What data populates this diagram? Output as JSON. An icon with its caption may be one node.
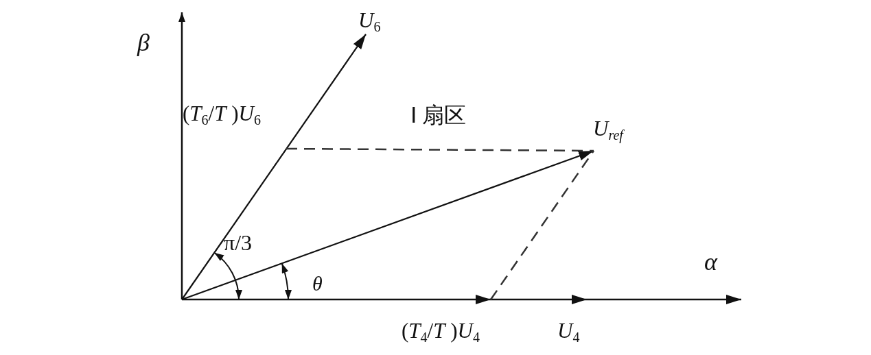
{
  "diagram": {
    "nodes": [
      {
        "text": [
          "*U*$_{6}$"
        ]
      },
      {
        "text": [
          "(*T*$_{6}$/*T* )*U*$_{6}$"
        ]
      },
      {
        "text": [
          "*U*$_{ref}$"
        ]
      },
      {
        "text": [
          "(*T*$_{4}$/*T* )*U*$_{4}$"
        ]
      },
      {
        "text": [
          "*U*$_{4}$"
        ]
      }
    ],
    "edges": [
      {
        "from": null,
        "to": 0,
        "arrow": "to"
      },
      {
        "from": null,
        "to": 2,
        "arrow": "to"
      },
      {
        "from": null,
        "to": 3,
        "arrow": "to"
      },
      {
        "from": null,
        "to": 4,
        "arrow": "to"
      },
      {
        "from": 1,
        "to": 2,
        "arrow": "none",
        "style": "dashed"
      },
      {
        "from": 3,
        "to": 2,
        "arrow": "none",
        "style": "dashed"
      }
    ],
    "labels": [
      "β",
      "α",
      "Ⅰ 扇区",
      "π/3",
      "θ"
    ]
  }
}
